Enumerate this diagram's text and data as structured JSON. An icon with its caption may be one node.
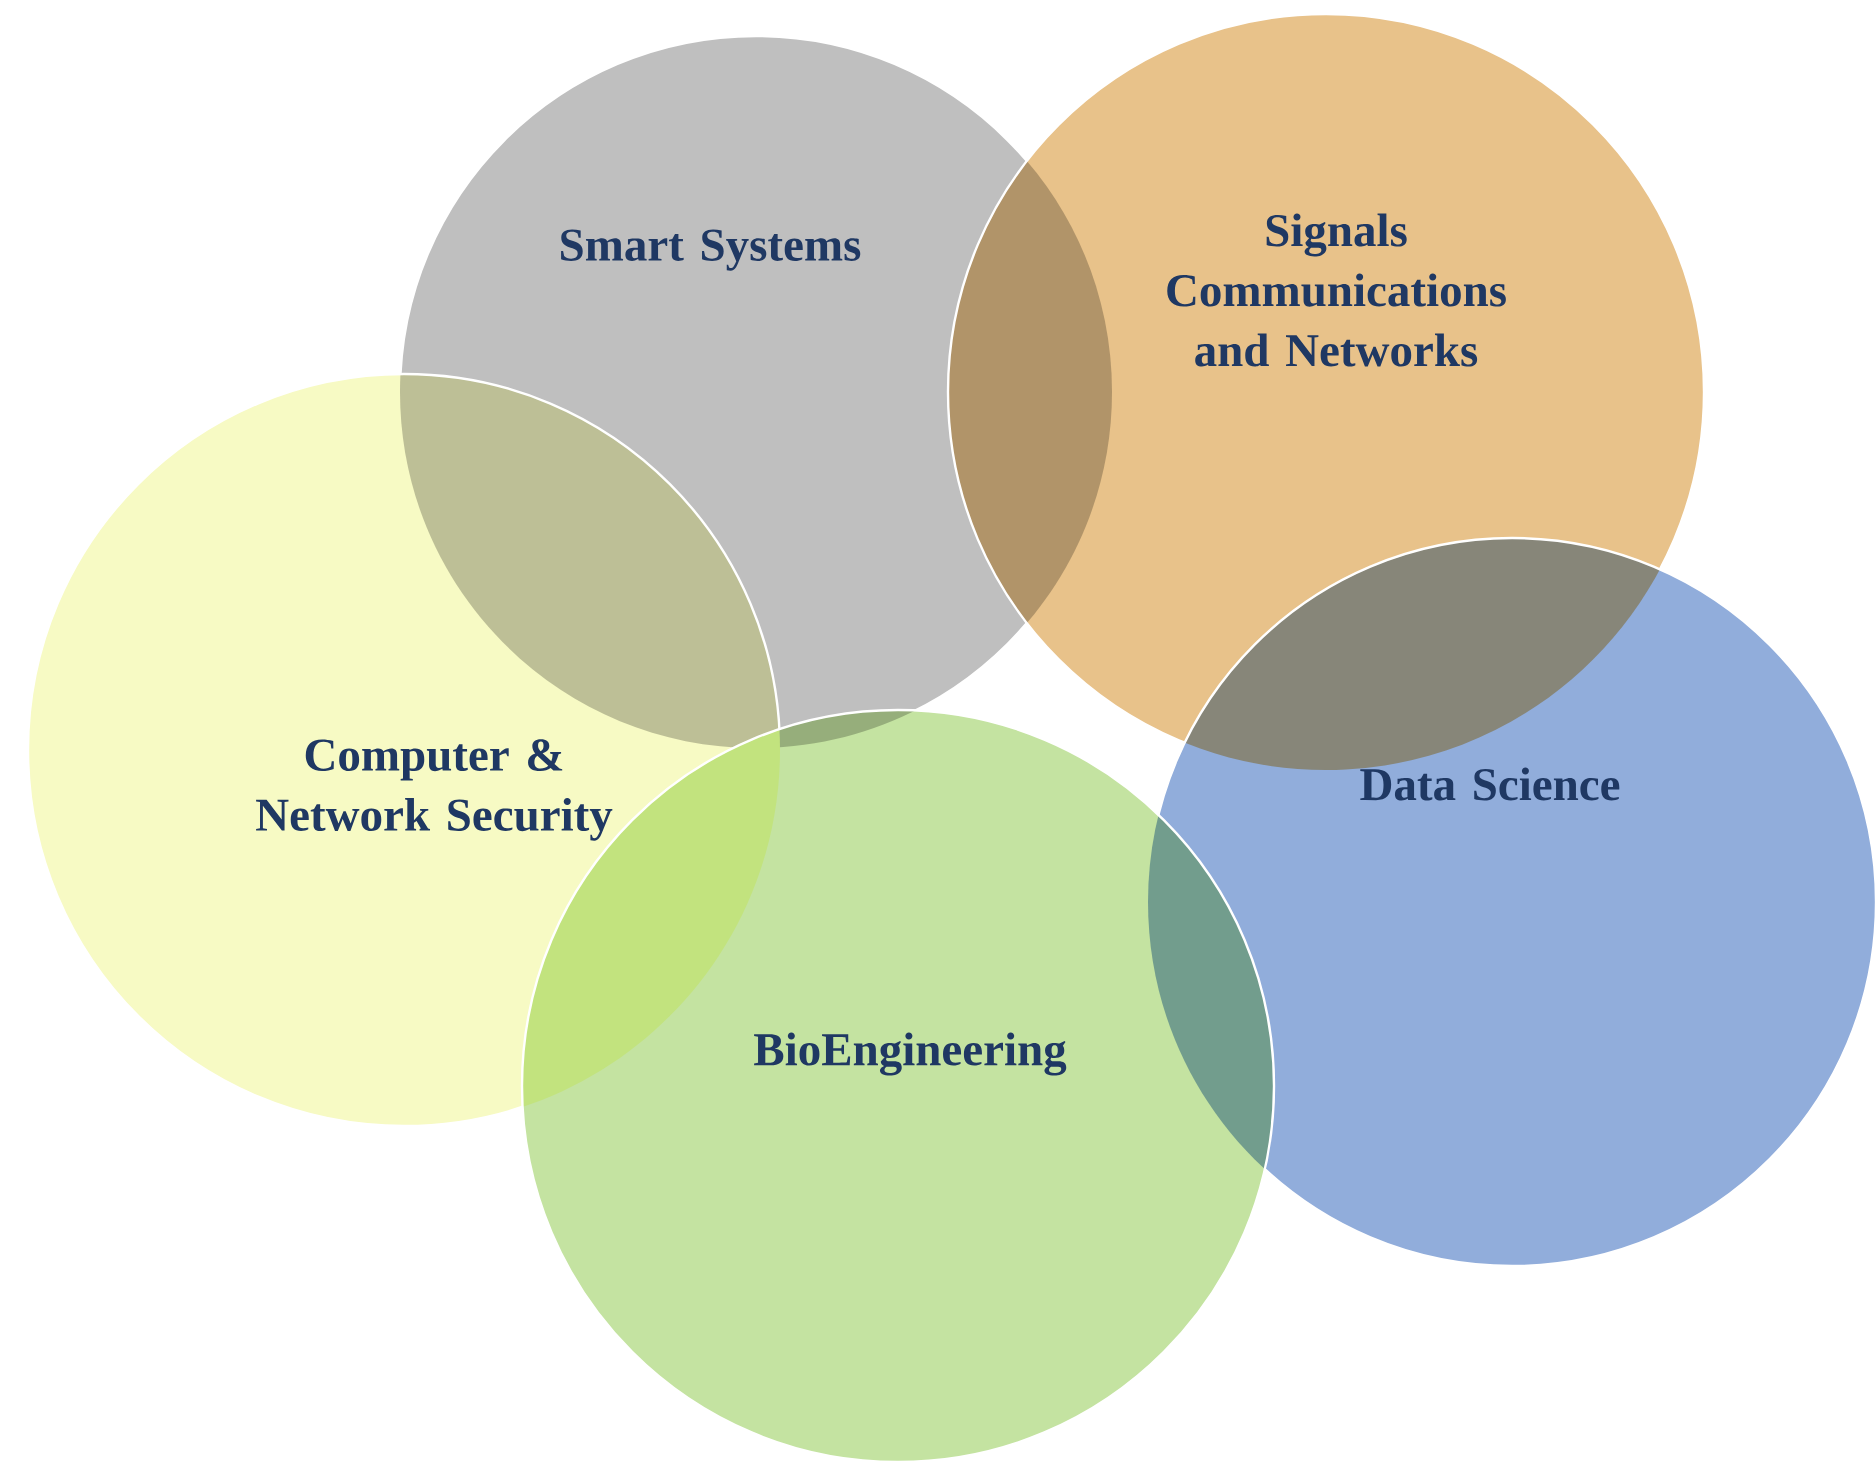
{
  "diagram": {
    "nodes": [
      {
        "text": [
          "Smart Systems"
        ]
      },
      {
        "text": [
          "Signals Communications and Networks"
        ]
      },
      {
        "text": [
          "Computer & Network Security"
        ]
      },
      {
        "text": [
          "Data Science"
        ]
      },
      {
        "text": [
          "BioEngineering"
        ]
      }
    ]
  }
}
